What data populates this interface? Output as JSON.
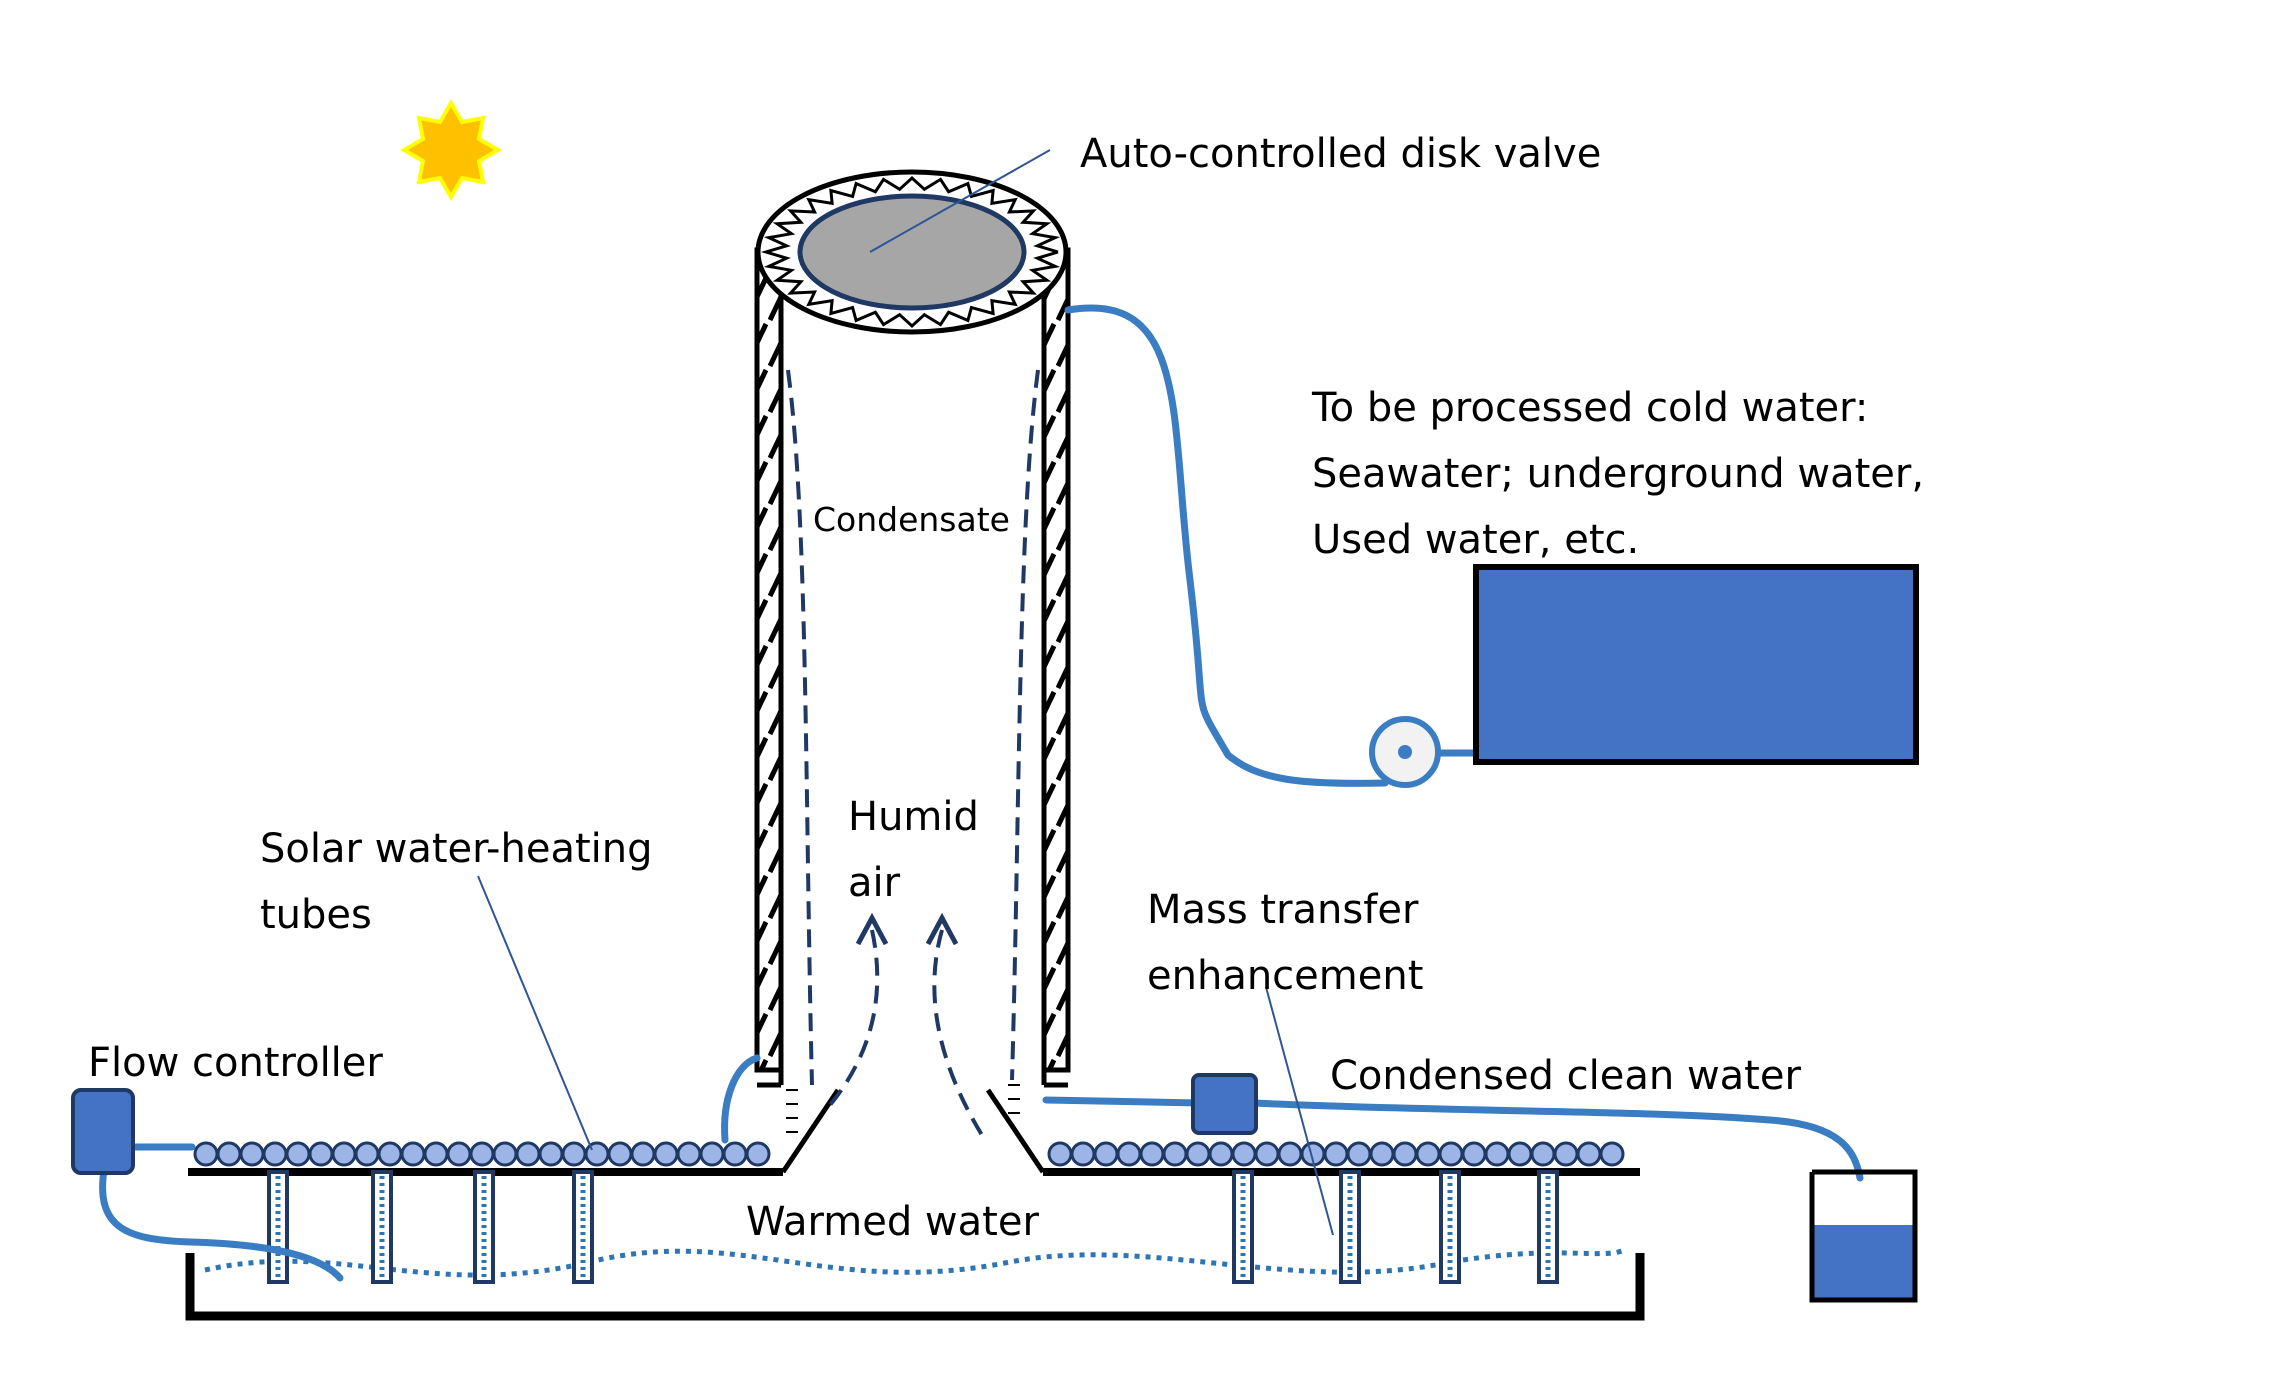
{
  "labels": {
    "disk_valve": "Auto-controlled disk valve",
    "cold_water": [
      "To be processed cold water:",
      "Seawater; underground water,",
      "Used water, etc."
    ],
    "condensate": "Condensate",
    "humid_air": [
      "Humid",
      "air"
    ],
    "solar_tubes": [
      "Solar water-heating",
      "tubes"
    ],
    "flow_controller": "Flow controller",
    "mass_transfer": [
      "Mass transfer",
      "enhancement"
    ],
    "condensed_clean_water": "Condensed clean water",
    "warmed_water": "Warmed water"
  },
  "colors": {
    "pipe_blue": "#3a7dc2",
    "tank_blue": "#4472c4",
    "tube_circle": "#9db4e6",
    "disk_grey": "#a6a6a6",
    "sun_yellow": "#ffc000",
    "sun_outline": "#ffff00",
    "dashed_arrow": "#1f3864",
    "dotted_water": "#2e75b6",
    "outline": "#000000"
  },
  "icons": {
    "sun": "sun-icon",
    "pump": "pump-icon",
    "flow_controller": "flow-controller-icon",
    "valve": "valve-icon"
  }
}
